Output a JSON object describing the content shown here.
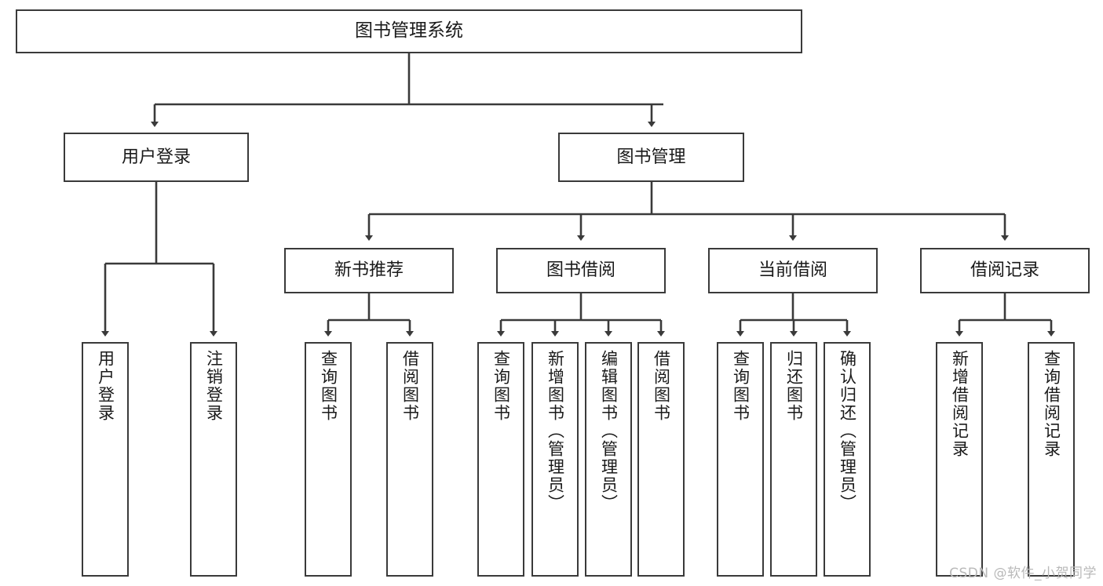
{
  "diagram": {
    "title": "图书管理系统",
    "type": "tree",
    "watermark": "CSDN @软件_小贺同学",
    "colors": {
      "node_border": "#3a3a3a",
      "node_fill": "#ffffff",
      "edge": "#3a3a3a",
      "text": "#1a1a1a",
      "watermark": "#b9b9b9",
      "background": "#ffffff"
    },
    "levels": [
      {
        "level": 1,
        "nodes": [
          {
            "id": "root",
            "label": "图书管理系统",
            "orientation": "horizontal"
          }
        ]
      },
      {
        "level": 2,
        "nodes": [
          {
            "id": "login",
            "label": "用户登录",
            "orientation": "horizontal",
            "parent": "root"
          },
          {
            "id": "bookmgmt",
            "label": "图书管理",
            "orientation": "horizontal",
            "parent": "root"
          }
        ]
      },
      {
        "level": 3,
        "nodes": [
          {
            "id": "newbook",
            "label": "新书推荐",
            "orientation": "horizontal",
            "parent": "bookmgmt"
          },
          {
            "id": "borrow",
            "label": "图书借阅",
            "orientation": "horizontal",
            "parent": "bookmgmt"
          },
          {
            "id": "current",
            "label": "当前借阅",
            "orientation": "horizontal",
            "parent": "bookmgmt"
          },
          {
            "id": "records",
            "label": "借阅记录",
            "orientation": "horizontal",
            "parent": "bookmgmt"
          }
        ]
      },
      {
        "level": 4,
        "nodes": [
          {
            "id": "leaf1",
            "label": "用户登录",
            "orientation": "vertical",
            "parent": "login"
          },
          {
            "id": "leaf2",
            "label": "注销登录",
            "orientation": "vertical",
            "parent": "login"
          },
          {
            "id": "leaf3",
            "label": "查询图书",
            "orientation": "vertical",
            "parent": "newbook"
          },
          {
            "id": "leaf4",
            "label": "借阅图书",
            "orientation": "vertical",
            "parent": "newbook"
          },
          {
            "id": "leaf5",
            "label": "查询图书",
            "orientation": "vertical",
            "parent": "borrow"
          },
          {
            "id": "leaf6",
            "label": "新增图书（管理员）",
            "orientation": "vertical",
            "parent": "borrow"
          },
          {
            "id": "leaf7",
            "label": "编辑图书（管理员）",
            "orientation": "vertical",
            "parent": "borrow"
          },
          {
            "id": "leaf8",
            "label": "借阅图书",
            "orientation": "vertical",
            "parent": "borrow"
          },
          {
            "id": "leaf9",
            "label": "查询图书",
            "orientation": "vertical",
            "parent": "current"
          },
          {
            "id": "leaf10",
            "label": "归还图书",
            "orientation": "vertical",
            "parent": "current"
          },
          {
            "id": "leaf11",
            "label": "确认归还（管理员）",
            "orientation": "vertical",
            "parent": "current"
          },
          {
            "id": "leaf12",
            "label": "新增借阅记录",
            "orientation": "vertical",
            "parent": "records"
          },
          {
            "id": "leaf13",
            "label": "查询借阅记录",
            "orientation": "vertical",
            "parent": "records"
          }
        ]
      }
    ]
  }
}
